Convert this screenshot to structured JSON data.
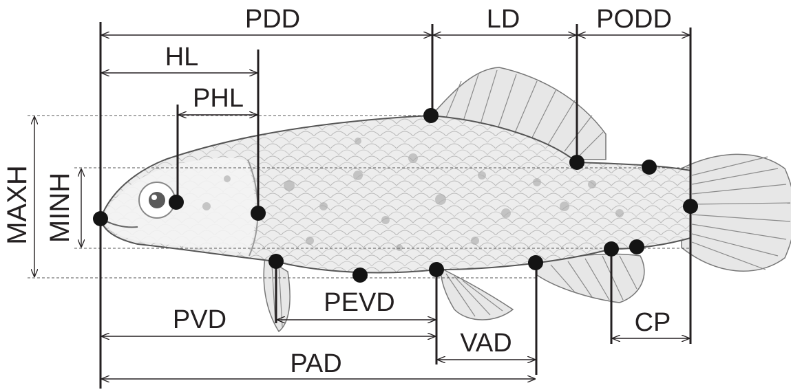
{
  "labels": {
    "pdd": "PDD",
    "ld": "LD",
    "podd": "PODD",
    "hl": "HL",
    "phl": "PHL",
    "maxh": "MAXH",
    "minh": "MINH",
    "pevd": "PEVD",
    "pvd": "PVD",
    "cp": "CP",
    "vad": "VAD",
    "pad": "PAD"
  }
}
